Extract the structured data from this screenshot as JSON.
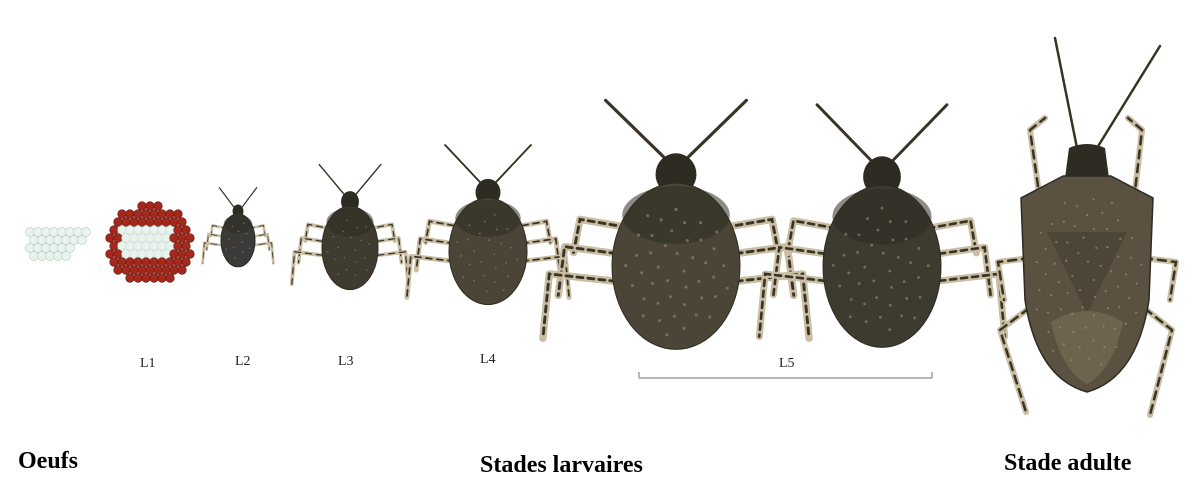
{
  "stage_labels": {
    "l1": "L1",
    "l2": "L2",
    "l3": "L3",
    "l4": "L4",
    "l5": "L5"
  },
  "group_titles": {
    "eggs": "Oeufs",
    "larval": "Stades larvaires",
    "adult": "Stade adulte"
  },
  "colors": {
    "background": "#ffffff",
    "bug_body": "#4a4536",
    "bug_dark": "#2e2b22",
    "leg_light": "#c9bda2",
    "egg_white": "#e9f3ee",
    "egg_red": "#a4281c",
    "bracket": "#8a8a8a"
  }
}
